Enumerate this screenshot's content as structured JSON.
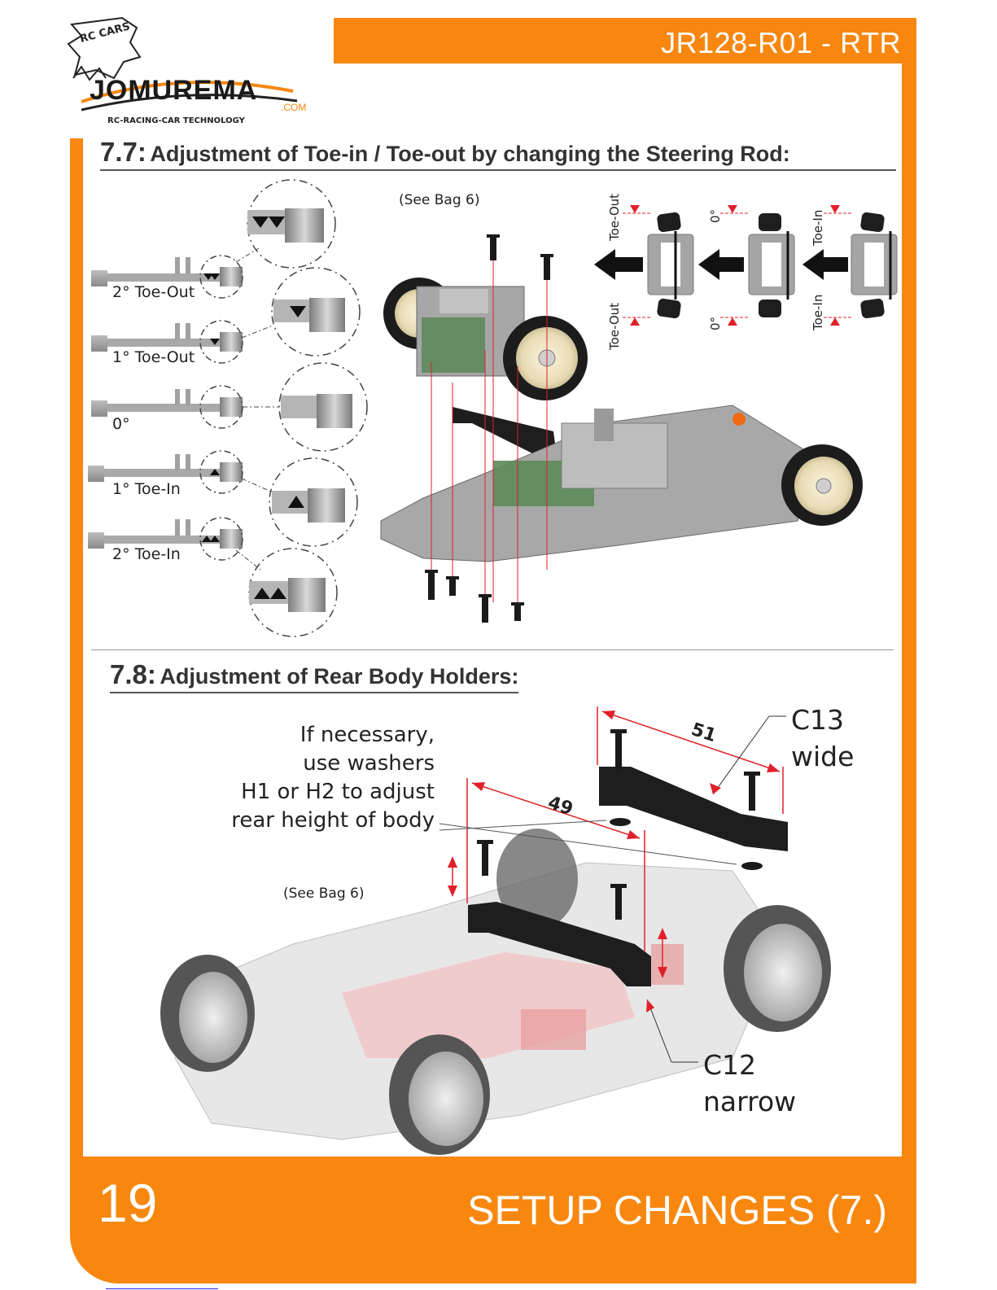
{
  "header": {
    "logo_badge": "RC CARS",
    "logo_brand": "JOMUREMA",
    "logo_domain": ".COM",
    "logo_tagline": "RC-RACING-CAR TECHNOLOGY",
    "model": "JR128-R01 - RTR"
  },
  "section_77": {
    "number": "7.7:",
    "title": "Adjustment of Toe-in / Toe-out by changing the Steering Rod:",
    "bag_note": "(See Bag 6)",
    "rods": [
      {
        "label": "2° Toe-Out",
        "marks": "down2"
      },
      {
        "label": "1° Toe-Out",
        "marks": "down1"
      },
      {
        "label": "0°",
        "marks": "none"
      },
      {
        "label": "1° Toe-In",
        "marks": "up1"
      },
      {
        "label": "2° Toe-In",
        "marks": "up2"
      }
    ],
    "toe_diagram_labels": [
      "Toe-Out",
      "0°",
      "Toe-In",
      "Toe-Out",
      "0°",
      "Toe-In"
    ]
  },
  "section_78": {
    "number": "7.8:",
    "title": "Adjustment of Rear Body Holders:",
    "instruction_lines": [
      "If necessary,",
      "use washers",
      "H1 or H2 to adjust",
      "rear height of body"
    ],
    "bag_note": "(See Bag 6)",
    "dim_wide": "51",
    "dim_narrow": "49",
    "c13_code": "C13",
    "c13_desc": "wide",
    "c12_code": "C12",
    "c12_desc": "narrow"
  },
  "footer": {
    "page_number": "19",
    "title": "SETUP CHANGES (7.)"
  },
  "colors": {
    "accent": "#f7870f",
    "dimension": "#e0202a",
    "part_dark": "#1a1a1a",
    "chassis": "#9c9c9c"
  }
}
